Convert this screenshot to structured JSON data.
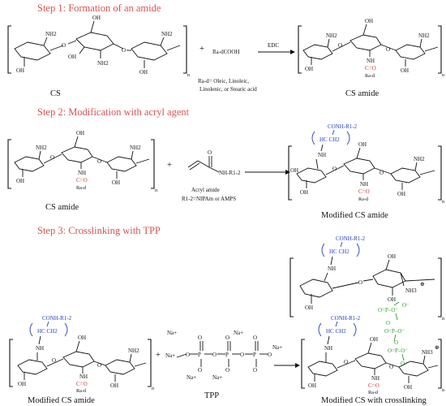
{
  "steps": {
    "step1": "Step 1: Formation of an amide",
    "step2": "Step 2: Modification with acryl agent",
    "step3": "Step 3: Crosslinking with TPP"
  },
  "labels": {
    "cs": "CS",
    "cs_amide_1": "CS amide",
    "cs_amide_2": "CS amide",
    "modified_cs_amide_1": "Modified CS amide",
    "modified_cs_amide_2": "Modified CS amide",
    "tpp": "TPP",
    "modified_cs_crosslinking": "Modified CS with crosslinking"
  },
  "reagents": {
    "acid": "Ra-dCOOH",
    "acid_def": "Ra-d= Oleic, Linoleic,",
    "acid_def2": "Linolenic, or Stearic acid",
    "edc": "EDC",
    "acryl_amide": "Acryl amide",
    "acryl_nh": "NH-R1-2",
    "acryl_def": "R1-2=NIPAm or AMPS",
    "plus": "+"
  },
  "groups": {
    "nh2": "NH2",
    "oh": "OH",
    "o": "O",
    "nh": "NH",
    "co": "C=O",
    "rad": "Ra-d",
    "conh": "CONH-R1-2",
    "hcch2": "HC CH2",
    "na": "Na+",
    "nh3": "NH3",
    "plus_charge": "⊕",
    "n_sub": "n"
  },
  "colors": {
    "step_title": "#d9534f",
    "blue_groups": "#1f3fbf",
    "red_groups": "#c0392b",
    "green_groups": "#2e9a2e"
  }
}
